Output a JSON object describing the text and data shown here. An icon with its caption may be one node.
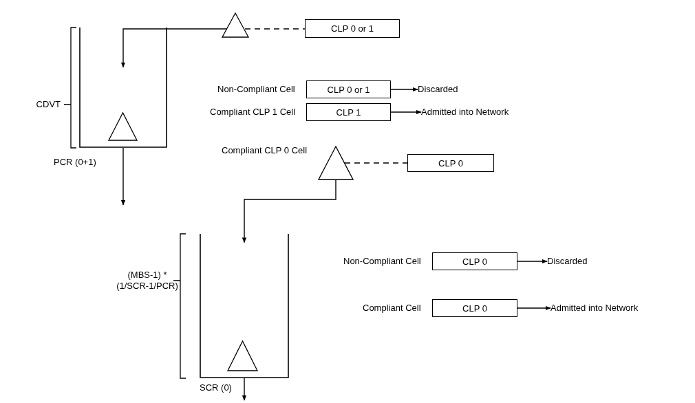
{
  "diagram": {
    "nodes": [
      {
        "text": [],
        "shape": "triangle"
      },
      {
        "text": [
          "CLP 0 or 1"
        ]
      },
      {
        "text": [],
        "shape": "bucket"
      },
      {
        "text": [],
        "shape": "triangle",
        "in": 2
      },
      {
        "text": [
          "CLP 0 or 1"
        ],
        "beside": [
          "Non-Compliant Cell"
        ]
      },
      {
        "text": [
          "Discarded"
        ]
      },
      {
        "text": [
          "CLP 1"
        ],
        "beside": [
          "Compliant CLP 1 Cell"
        ]
      },
      {
        "text": [
          "Admitted into Network"
        ]
      },
      {
        "text": [],
        "shape": "triangle",
        "beside": [
          "Compliant CLP 0 Cell"
        ]
      },
      {
        "text": [
          "CLP 0"
        ]
      },
      {
        "text": [],
        "shape": "bucket"
      },
      {
        "text": [],
        "shape": "triangle",
        "in": 10
      },
      {
        "text": [
          "CLP 0"
        ],
        "beside": [
          "Non-Compliant Cell"
        ]
      },
      {
        "text": [
          "Discarded"
        ]
      },
      {
        "text": [
          "CLP 0"
        ],
        "beside": [
          "Compliant Cell"
        ]
      },
      {
        "text": [
          "Admitted into Network"
        ]
      }
    ],
    "edges": [
      {
        "from": 0,
        "to": 2,
        "arrow": "to"
      },
      {
        "from": 0,
        "to": 1,
        "arrow": "none",
        "style": "dashed"
      },
      {
        "from": 4,
        "to": 5,
        "arrow": "to"
      },
      {
        "from": 6,
        "to": 7,
        "arrow": "to"
      },
      {
        "from": 8,
        "to": 9,
        "arrow": "none",
        "style": "dashed"
      },
      {
        "from": 8,
        "to": 10,
        "arrow": "to"
      },
      {
        "from": 2,
        "to": null,
        "arrow": "to",
        "label": "PCR (0+1)"
      },
      {
        "from": 12,
        "to": 13,
        "arrow": "to"
      },
      {
        "from": 14,
        "to": 15,
        "arrow": "to"
      },
      {
        "from": 10,
        "to": null,
        "arrow": "to",
        "label": "SCR (0)"
      }
    ],
    "labels": [
      "CDVT",
      "(MBS-1) * (1/SCR-1/PCR)"
    ]
  }
}
